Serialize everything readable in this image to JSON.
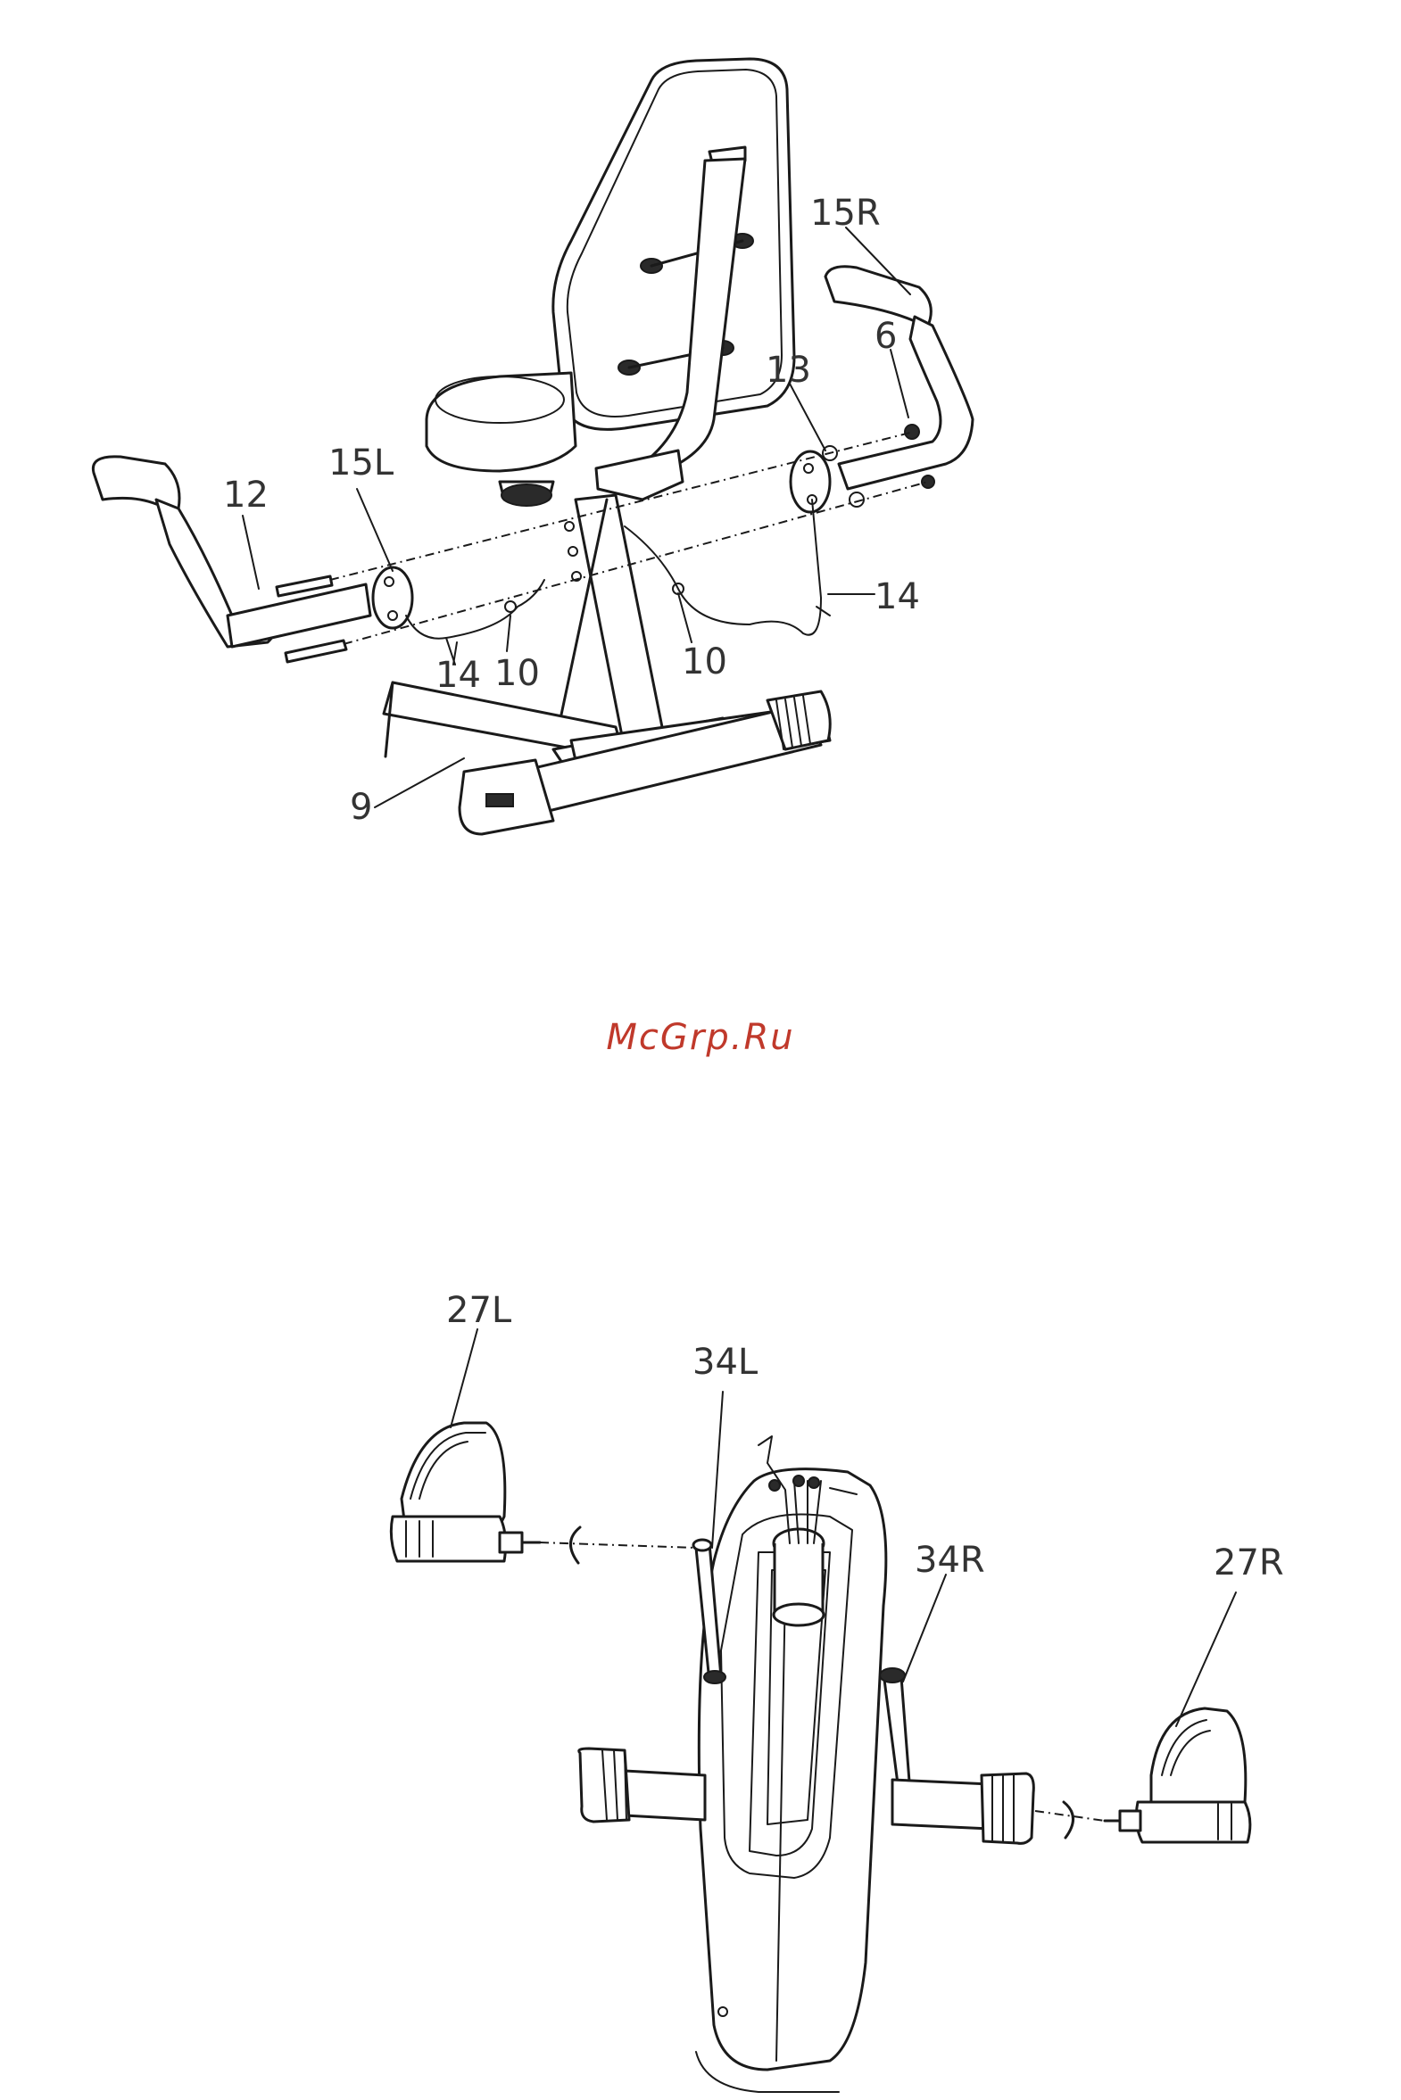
{
  "diagram": {
    "top_labels": {
      "l15R": "15R",
      "l6": "6",
      "l13": "13",
      "l15L": "15L",
      "l12": "12",
      "l14a": "14",
      "l14b": "14",
      "l10a": "10",
      "l10b": "10",
      "l9": "9"
    },
    "bottom_labels": {
      "l27L": "27L",
      "l34L": "34L",
      "l34R": "34R",
      "l27R": "27R"
    }
  },
  "watermark": {
    "text": "McGrp.Ru",
    "color": "#c0392b"
  }
}
